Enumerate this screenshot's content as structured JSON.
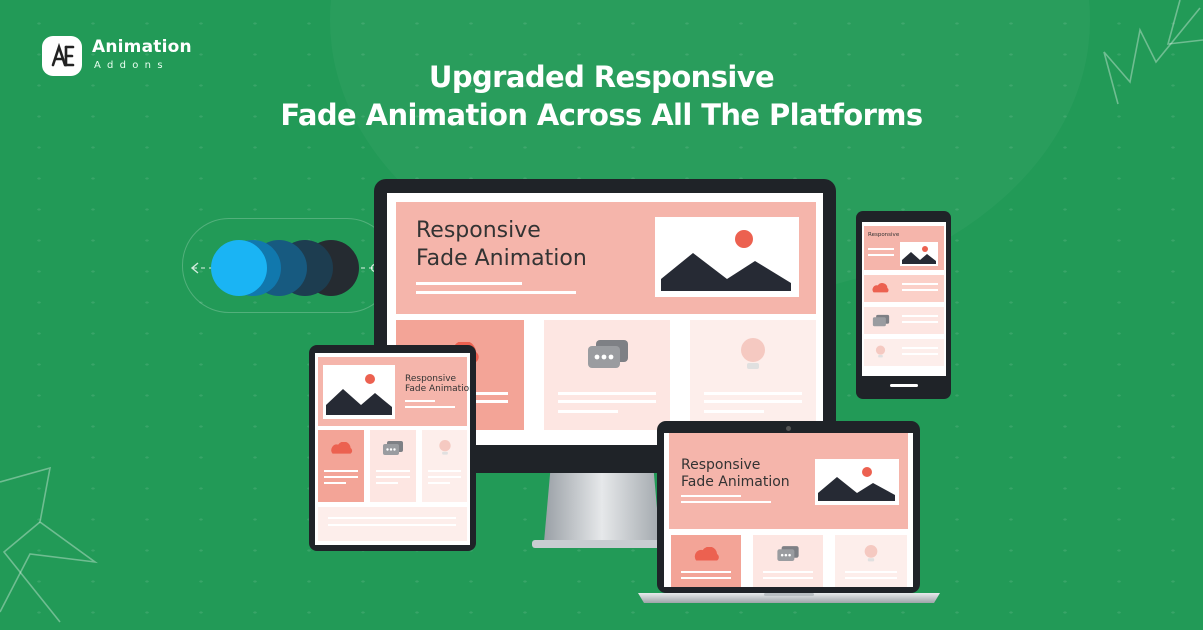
{
  "brand": {
    "name": "Animation",
    "tagline": "Addons"
  },
  "headline": {
    "line1": "Upgraded Responsive",
    "line2": "Fade Animation Across All The Platforms"
  },
  "mockup": {
    "line1": "Responsive",
    "line2": "Fade Animation"
  },
  "colors": {
    "background": "#229a57",
    "card_pink": "#f5b5ab",
    "card_light": "#fde9e6",
    "accent_red": "#ec6150",
    "dark": "#262a34",
    "fade_blue": "#1ab4f4"
  }
}
